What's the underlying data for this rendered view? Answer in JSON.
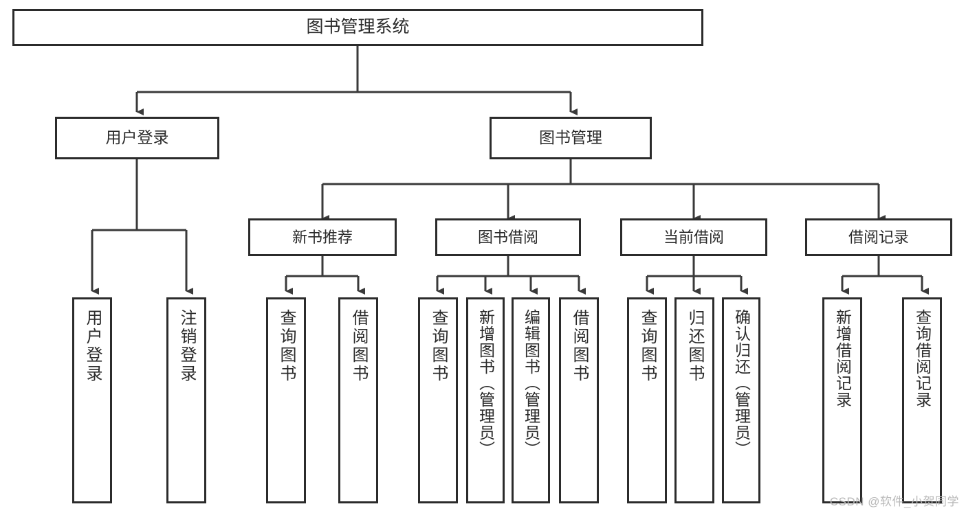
{
  "diagram": {
    "title": "图书管理系统",
    "type": "tree",
    "orientation": "top-down",
    "colors": {
      "border": "#2b2b2b",
      "background": "#ffffff",
      "text": "#2b2b2b",
      "edge": "#3a3a3a",
      "watermark": "#b9b9b9"
    }
  },
  "watermark": "CSDN @软件_小贺同学",
  "nodes": {
    "root": {
      "label": "图书管理系统"
    },
    "level1": [
      {
        "id": "user-login",
        "label": "用户登录"
      },
      {
        "id": "book-manage",
        "label": "图书管理"
      }
    ],
    "level2": [
      {
        "id": "new-book-recommend",
        "label": "新书推荐"
      },
      {
        "id": "book-borrow",
        "label": "图书借阅"
      },
      {
        "id": "current-borrow",
        "label": "当前借阅"
      },
      {
        "id": "borrow-record",
        "label": "借阅记录"
      }
    ],
    "leaves": [
      {
        "id": "leaf-user-login",
        "label": "用户登录",
        "parent": "user-login"
      },
      {
        "id": "leaf-user-logout",
        "label": "注销登录",
        "parent": "user-login"
      },
      {
        "id": "leaf-query-book-1",
        "label": "查询图书",
        "parent": "new-book-recommend"
      },
      {
        "id": "leaf-borrow-book-1",
        "label": "借阅图书",
        "parent": "new-book-recommend"
      },
      {
        "id": "leaf-query-book-2",
        "label": "查询图书",
        "parent": "book-borrow"
      },
      {
        "id": "leaf-add-book",
        "label": "新增图书（管理员）",
        "parent": "book-borrow"
      },
      {
        "id": "leaf-edit-book",
        "label": "编辑图书（管理员）",
        "parent": "book-borrow"
      },
      {
        "id": "leaf-borrow-book-2",
        "label": "借阅图书",
        "parent": "book-borrow"
      },
      {
        "id": "leaf-query-book-3",
        "label": "查询图书",
        "parent": "current-borrow"
      },
      {
        "id": "leaf-return-book",
        "label": "归还图书",
        "parent": "current-borrow"
      },
      {
        "id": "leaf-confirm-return",
        "label": "确认归还（管理员）",
        "parent": "current-borrow"
      },
      {
        "id": "leaf-add-record",
        "label": "新增借阅记录",
        "parent": "borrow-record"
      },
      {
        "id": "leaf-query-record",
        "label": "查询借阅记录",
        "parent": "borrow-record"
      }
    ]
  }
}
